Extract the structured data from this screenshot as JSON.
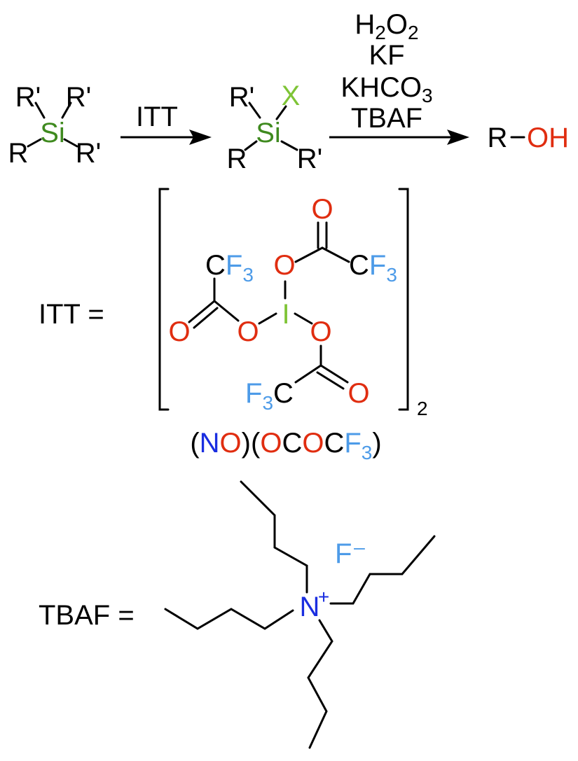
{
  "colors": {
    "black": "#000000",
    "silicon": "#3f8a1f",
    "halogen": "#7ec436",
    "oxygen": "#e02d10",
    "fluorine": "#4d9be8",
    "iodine": "#7ec436",
    "nitrogen": "#1a2ee0"
  },
  "reaction": {
    "reactant": {
      "r_prime": "R'",
      "r": "R",
      "si": "Si"
    },
    "arrow1_label": "ITT",
    "intermediate": {
      "r_prime": "R'",
      "r": "R",
      "si": "Si",
      "x": "X"
    },
    "arrow2_reagents": {
      "h2o2": {
        "h": "H",
        "h_sub": "2",
        "o": "O",
        "o_sub": "2"
      },
      "kf": "KF",
      "khco3": {
        "main": "KHCO",
        "sub": "3"
      },
      "tbaf": "TBAF"
    },
    "product": {
      "r": "R",
      "oh": "OH"
    }
  },
  "itt": {
    "label": "ITT =",
    "iodine": "I",
    "oxygen": "O",
    "carbon": "C",
    "fluorine": "F",
    "f_sub": "3",
    "bracket_sub": "2",
    "counterion": {
      "open": "(",
      "n": "N",
      "o": "O",
      "close": ")",
      "c": "C",
      "f": "F",
      "f_sub": "3"
    }
  },
  "tbaf": {
    "label": "TBAF =",
    "nitrogen": "N",
    "charge": "+",
    "fluoride": "F⁻"
  }
}
